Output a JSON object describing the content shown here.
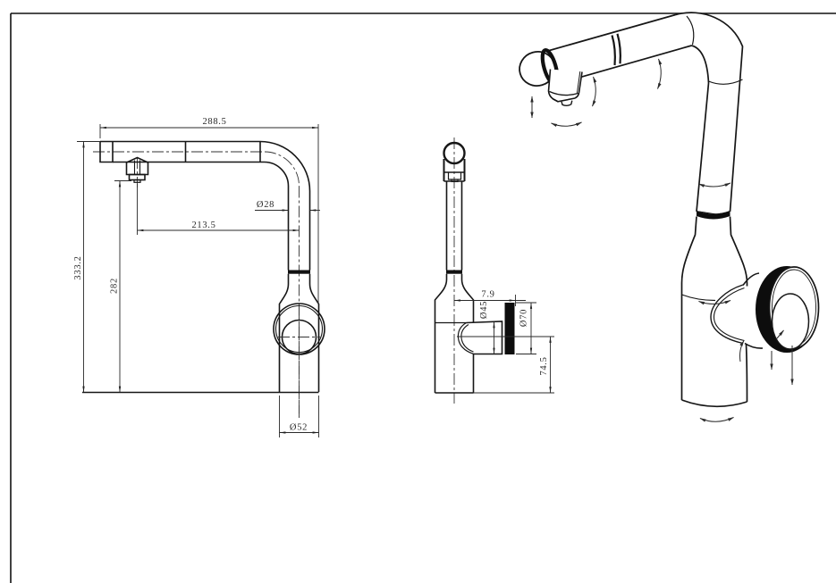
{
  "sheet": {
    "background": "#ffffff",
    "line_color": "#1a1a1a",
    "type": "faucet technical drawing"
  },
  "dimensions": {
    "side_view": {
      "overall_width": "288.5",
      "overall_height": "333.2",
      "spout_outlet_height": "282",
      "spout_reach": "213.5",
      "spout_tube_diameter": "Ø28",
      "body_base_diameter": "Ø52"
    },
    "front_view": {
      "handle_offset": "7.9",
      "handle_boss_diameter": "Ø45",
      "handle_wheel_diameter": "Ø70",
      "handle_axis_height": "74.5"
    }
  }
}
